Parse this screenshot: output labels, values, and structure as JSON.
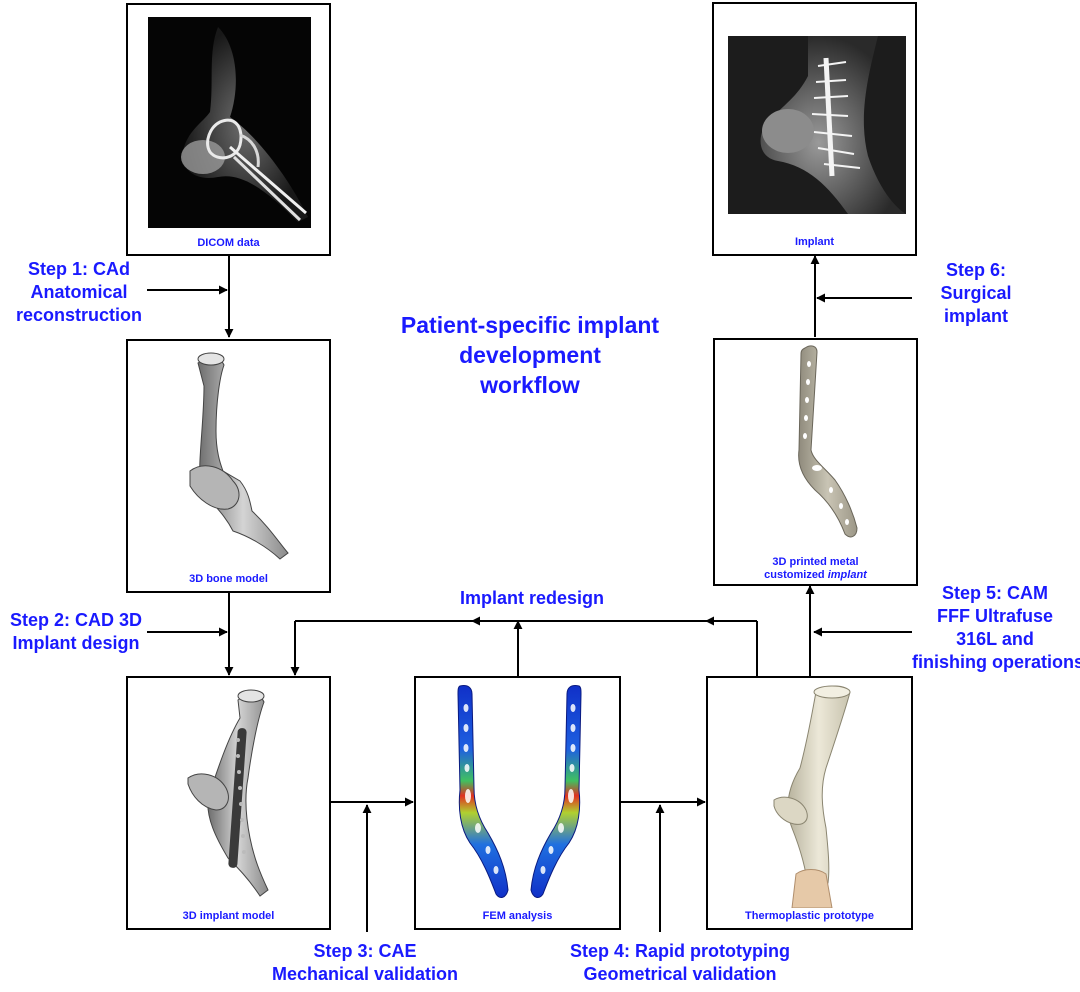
{
  "title": {
    "line1": "Patient-specific implant",
    "line2": "development",
    "line3": "workflow"
  },
  "boxes": {
    "dicom": "DICOM data",
    "bone": "3D bone model",
    "implant_model": "3D implant model",
    "fem": "FEM analysis",
    "thermo": "Thermoplastic prototype",
    "metal_line1": "3D printed metal",
    "metal_line2_prefix": "customized ",
    "metal_line2_italic": "implant",
    "implant": "Implant"
  },
  "steps": {
    "step1": [
      "Step 1: CAd",
      "Anatomical",
      "reconstruction"
    ],
    "step2": [
      "Step 2: CAD 3D",
      "Implant design"
    ],
    "step3": [
      "Step 3: CAE",
      "Mechanical validation"
    ],
    "step4": [
      "Step 4: Rapid prototyping",
      "Geometrical validation"
    ],
    "step5": [
      "Step 5: CAM",
      "FFF Ultrafuse",
      "316L and",
      "finishing operations"
    ],
    "step6": [
      "Step 6:",
      "Surgical",
      "implant"
    ],
    "redesign": "Implant redesign"
  },
  "colors": {
    "text": "#1a1aff",
    "line": "#000000"
  }
}
